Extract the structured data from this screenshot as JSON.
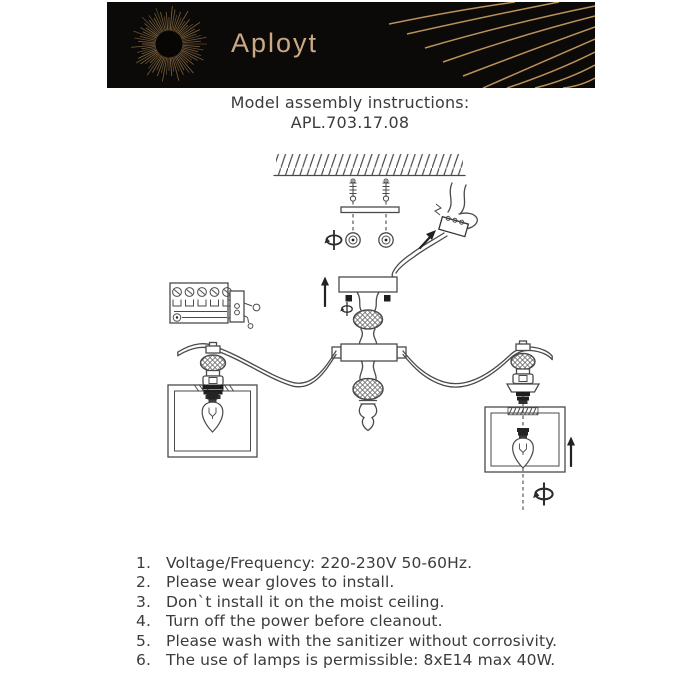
{
  "brand": {
    "name": "Aployt",
    "logo": "starburst-icon"
  },
  "header": {
    "title": "Model assembly instructions:",
    "model_code": "APL.703.17.08"
  },
  "instructions": {
    "items": [
      {
        "num": "1.",
        "text": "Voltage/Frequency: 220-230V 50-60Hz."
      },
      {
        "num": "2.",
        "text": "Please wear gloves to install."
      },
      {
        "num": "3.",
        "text": "Don`t install it on the moist ceiling."
      },
      {
        "num": "4.",
        "text": "Turn off the power before cleanout."
      },
      {
        "num": "5.",
        "text": "Please wash with the sanitizer without corrosivity."
      },
      {
        "num": "6.",
        "text": "The use of lamps is permissible: 8xE14 max 40W."
      }
    ]
  },
  "diagram": {
    "parts": [
      "ceiling-hatch",
      "expansion-anchors",
      "mounting-bracket",
      "turn-screw-symbol",
      "wire-connector-block",
      "ceiling-wires",
      "terminal-block",
      "canopy",
      "push-up-arrow",
      "crystal-ball",
      "center-hub",
      "center-finial",
      "left-arm",
      "right-arm",
      "lamp-socket",
      "square-shade",
      "candle-bulb",
      "insert-bulb-arrow",
      "bulb-axis-dashed-line"
    ]
  },
  "colors": {
    "banner_bg": "#0c0a08",
    "gold": "#bb9259",
    "gold_text": "#c9aa84",
    "body_text": "#3b3b3b",
    "line_art": "#4a4a4a"
  }
}
